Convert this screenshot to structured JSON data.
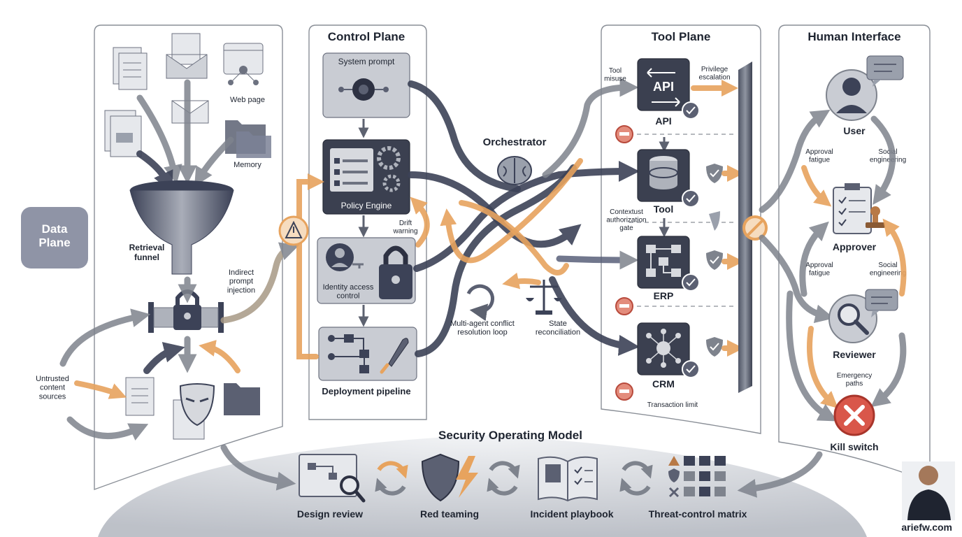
{
  "panels": {
    "data_plane": "Data\nPlane",
    "control_plane": "Control Plane",
    "tool_plane": "Tool Plane",
    "human_interface": "Human Interface",
    "security_operating_model": "Security Operating Model"
  },
  "data_plane": {
    "web_page": "Web page",
    "memory": "Memory",
    "retrieval_funnel": "Retrieval\nfunnel",
    "indirect_prompt_injection": "Indirect\nprompt\ninjection",
    "untrusted_content_sources": "Untrusted\ncontent\nsources"
  },
  "control_plane": {
    "system_prompt": "System prompt",
    "policy_engine": "Policy Engine",
    "drift_warning": "Drift\nwarning",
    "identity_access_control": "Identity access\ncontrol",
    "deployment_pipeline": "Deployment pipeline"
  },
  "orchestrator": {
    "title": "Orchestrator",
    "conflict_loop": "Multi-agent conflict\nresolution loop",
    "state_reconciliation": "State\nreconciliation"
  },
  "tool_plane": {
    "tool_misuse": "Tool\nmisuse",
    "privilege_escalation": "Privilege\nescalation",
    "api_icon_text": "API",
    "api": "API",
    "tool": "Tool",
    "authorization_gate": "Contextust\nauthorization\ngate",
    "erp": "ERP",
    "crm": "CRM",
    "transaction_limit": "Transaction limit"
  },
  "human_interface": {
    "user": "User",
    "approval_fatigue_1": "Approval\nfatigue",
    "social_engineering_1": "Social\nengineering",
    "approver": "Approver",
    "approval_fatigue_2": "Approval\nfatigue",
    "social_engineering_2": "Social\nengineering",
    "reviewer": "Reviewer",
    "emergency_paths": "Emergency\npaths",
    "kill_switch": "Kill switch"
  },
  "security_model": {
    "design_review": "Design review",
    "red_teaming": "Red teaming",
    "incident_playbook": "Incident playbook",
    "threat_control_matrix": "Threat-control matrix"
  },
  "credit": "ariefw.com",
  "colors": {
    "navy": "#3c4257",
    "orange": "#e7a35e",
    "gray": "#7e838d",
    "red": "#d9574a"
  }
}
